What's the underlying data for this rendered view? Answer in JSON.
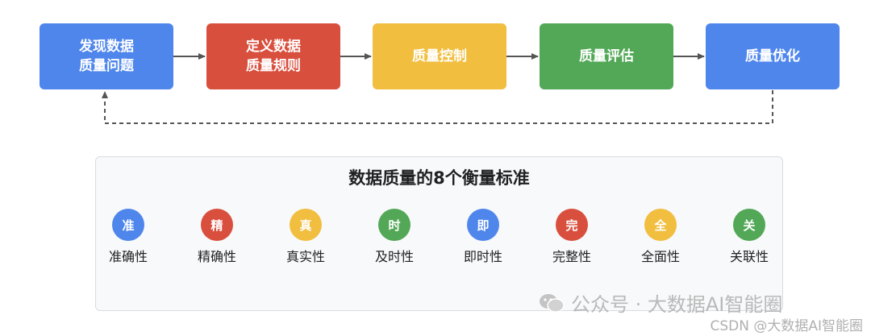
{
  "flow": {
    "steps": [
      {
        "label": "发现数据\n质量问题",
        "color": "#4f86ec"
      },
      {
        "label": "定义数据\n质量规则",
        "color": "#d94f3e"
      },
      {
        "label": "质量控制",
        "color": "#f1be3f"
      },
      {
        "label": "质量评估",
        "color": "#52a857"
      },
      {
        "label": "质量优化",
        "color": "#4f86ec"
      }
    ],
    "arrow_color": "#555555"
  },
  "panel": {
    "title": "数据质量的8个衡量标准",
    "standards": [
      {
        "badge": "准",
        "label": "准确性",
        "color": "#4f86ec"
      },
      {
        "badge": "精",
        "label": "精确性",
        "color": "#d94f3e"
      },
      {
        "badge": "真",
        "label": "真实性",
        "color": "#f1be3f"
      },
      {
        "badge": "时",
        "label": "及时性",
        "color": "#52a857"
      },
      {
        "badge": "即",
        "label": "即时性",
        "color": "#4f86ec"
      },
      {
        "badge": "完",
        "label": "完整性",
        "color": "#d94f3e"
      },
      {
        "badge": "全",
        "label": "全面性",
        "color": "#f1be3f"
      },
      {
        "badge": "关",
        "label": "关联性",
        "color": "#52a857"
      }
    ]
  },
  "watermarks": {
    "wechat": "公众号 · 大数据AI智能圈",
    "csdn": "CSDN @大数据AI智能圈",
    "icon": "wechat-icon"
  }
}
